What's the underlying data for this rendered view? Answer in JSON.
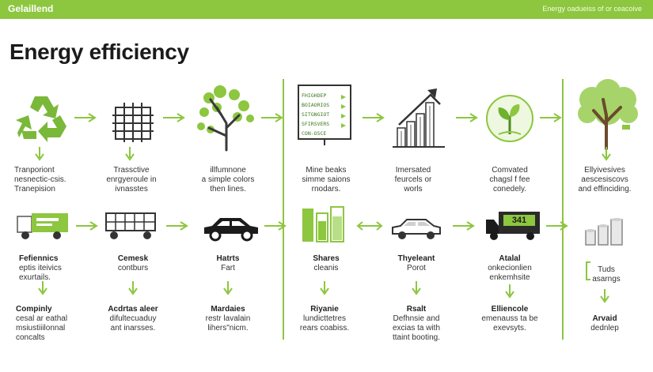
{
  "header": {
    "brand": "Gelaillend",
    "tagline": "Energy oadueiss of or ceacoive"
  },
  "title": "Energy efficiency",
  "colors": {
    "accent": "#8dc63f",
    "dark": "#222222",
    "tree": "#6b4a2b"
  },
  "icons": {
    "r1": [
      "recycle-icon",
      "grid-icon",
      "tree-icon",
      "checklist-board-icon",
      "bar-chart-icon",
      "seedling-globe-icon",
      "big-tree-icon"
    ],
    "r2": [
      "truck-icon",
      "trailer-icon",
      "car-icon",
      "battery-bars-icon",
      "car-icon",
      "delivery-truck-icon",
      "cylinders-icon"
    ]
  },
  "board": {
    "lines": [
      "FHIGHDEP",
      "BOIAORIOS",
      "SITGNGIOT",
      "SFIRSVERS",
      "CON-OSCE"
    ]
  },
  "truck_badge": "341",
  "row1": [
    {
      "lines": [
        "Tranporiont",
        "nesnectic-csis.",
        "Tranepision"
      ]
    },
    {
      "lines": [
        "Trassctive",
        "enrgyeroule in",
        "ivnasstes"
      ]
    },
    {
      "lines": [
        "illfumnone",
        "a simple colors",
        "then lines."
      ]
    },
    {
      "lines": [
        "Mine beaks",
        "simme saions",
        "rnodars."
      ]
    },
    {
      "lines": [
        "Imersated",
        "feurcels or",
        "worls"
      ]
    },
    {
      "lines": [
        "Comvated",
        "chagsl f fee",
        "conedely."
      ]
    },
    {
      "lines": [
        "Ellyivesives",
        "aescesiscovs",
        "and effinciding."
      ]
    }
  ],
  "row2": [
    {
      "lines": [
        "Fefiennics",
        "eptis iteivics",
        "exurtails."
      ]
    },
    {
      "lines": [
        "Cemesk",
        "contburs"
      ]
    },
    {
      "lines": [
        "Hatrts",
        "Fart"
      ]
    },
    {
      "lines": [
        "Shares",
        "cleanis"
      ]
    },
    {
      "lines": [
        "Thyeleant",
        "Porot"
      ]
    },
    {
      "lines": [
        "Atalal",
        "onkecionlien",
        "enkemhsite"
      ]
    },
    {
      "lines": [
        "Tuds",
        "asarngs"
      ]
    }
  ],
  "row3": [
    {
      "lines": [
        "Compinly",
        "cesal ar eathal",
        "msiustiiilonnal",
        "concalts"
      ]
    },
    {
      "lines": [
        "Acdrtas aleer",
        "difultecuaduy",
        "ant inarsses."
      ]
    },
    {
      "lines": [
        "Mardaies",
        "restr lavalain",
        "lihers\"nicm."
      ]
    },
    {
      "lines": [
        "Riyanie",
        "lundicttetres",
        "rears coabiss."
      ]
    },
    {
      "lines": [
        "Rsalt",
        "Defhnsie and",
        "excias ta with",
        "ttaint booting."
      ]
    },
    {
      "lines": [
        "Elliencole",
        "emenauss ta be",
        "exevsyts."
      ]
    },
    {
      "lines": [
        "Arvaid",
        "dednlep"
      ]
    }
  ]
}
